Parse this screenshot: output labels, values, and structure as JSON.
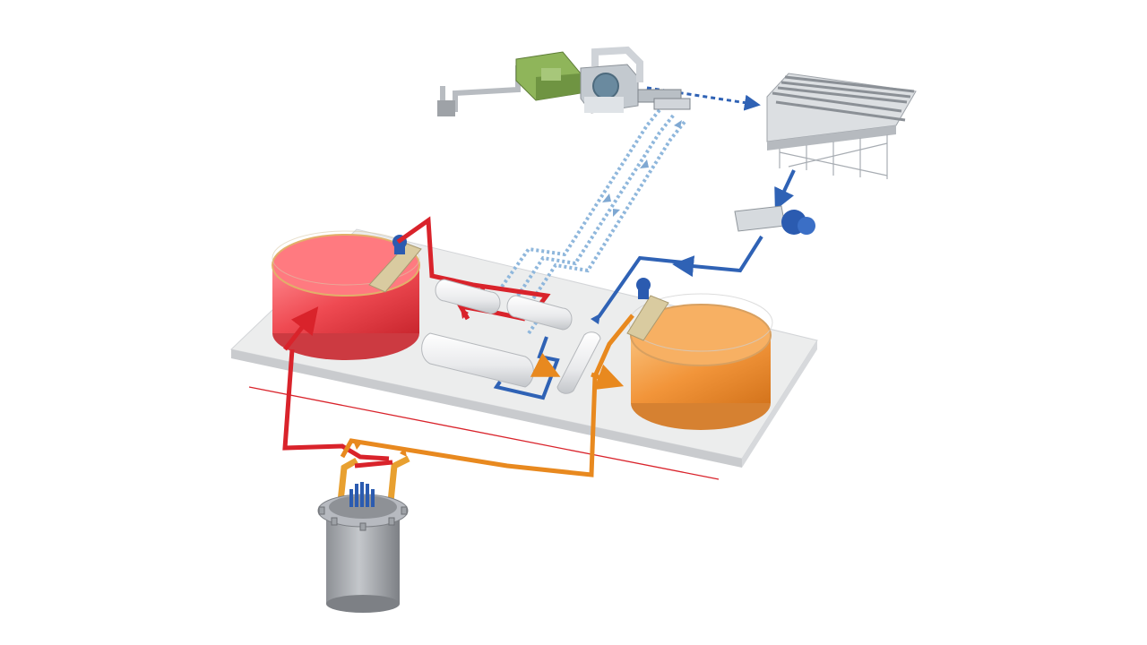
{
  "colors": {
    "hot_loop": "#d9232b",
    "warm_loop": "#e8891f",
    "cold_loop": "#2f62b5",
    "steam_loop": "#8fb7dc",
    "platform": "#e8e9eb",
    "hot_tank_fill": "#ef4a52",
    "warm_tank_fill": "#f2953a",
    "equipment_grey": "#c9ccd0",
    "pump_blue": "#2b5bb0",
    "reactor_grey": "#9a9da2"
  },
  "components": {
    "reactor": "nuclear-reactor",
    "hot_tank": "hot-storage-tank",
    "warm_tank": "warm-storage-tank",
    "heat_exchangers": "heat-exchanger-vessels",
    "turbine_generator": "steam-turbine-generator",
    "cooling_unit": "air-cooled-condenser",
    "feed_pump": "condensate-pump"
  }
}
